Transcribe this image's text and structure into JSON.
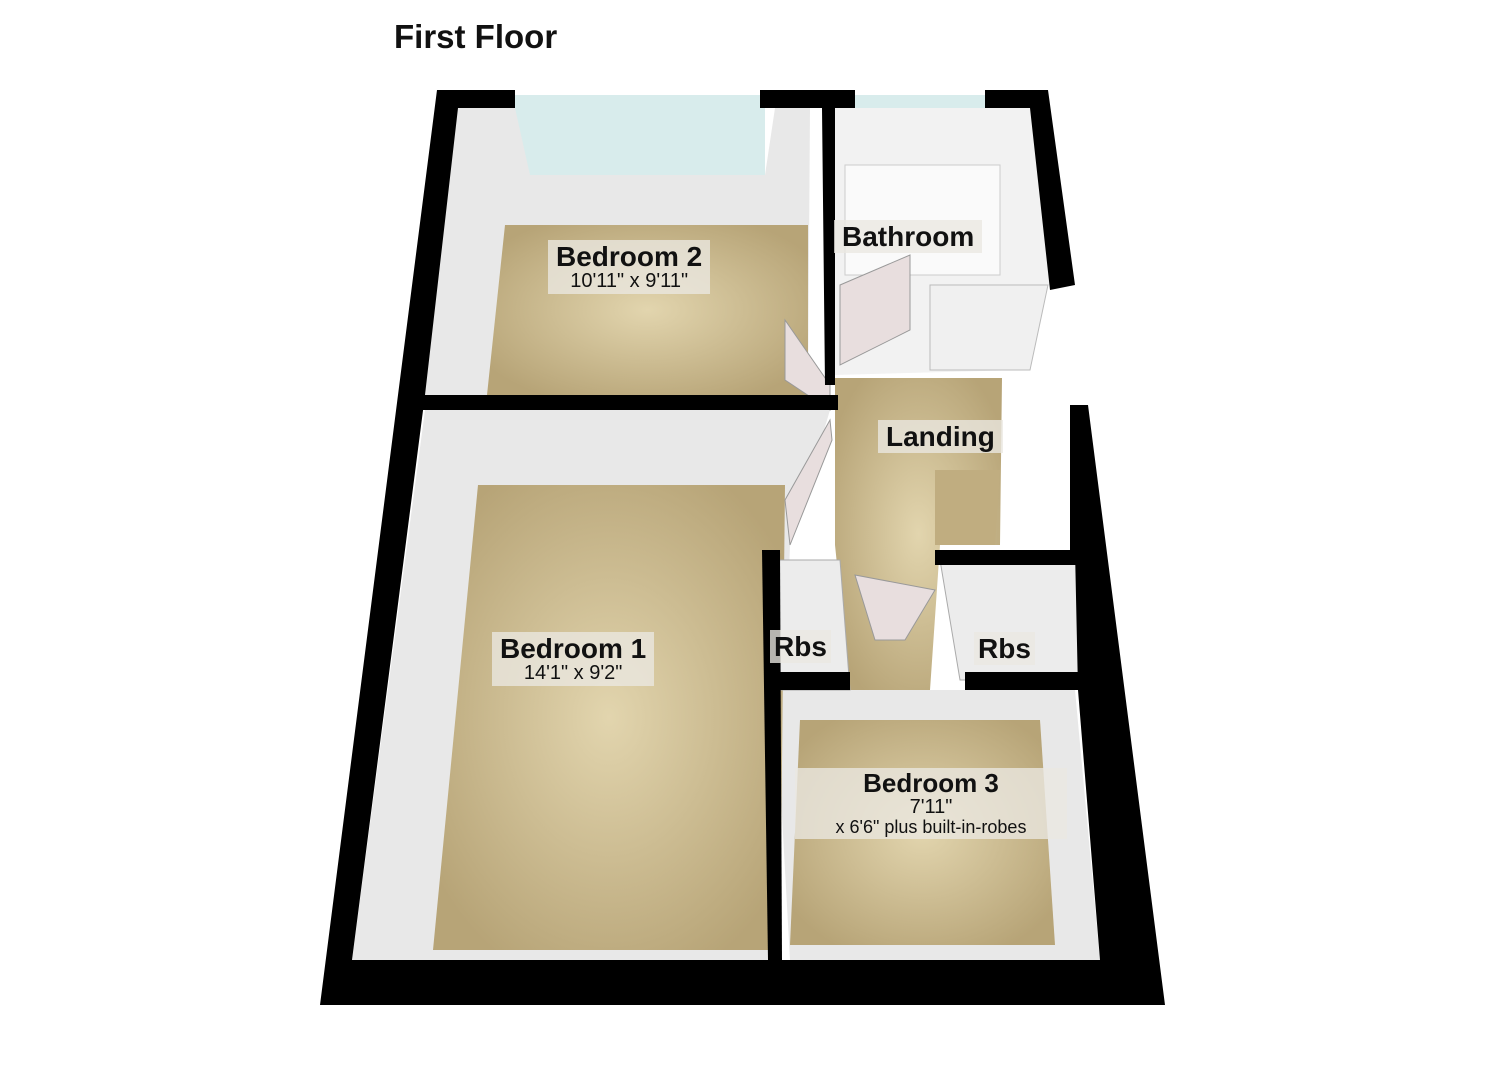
{
  "title": "First Floor",
  "rooms": [
    {
      "name": "Bedroom 2",
      "dims": "10'11\" x 9'11\""
    },
    {
      "name": "Bathroom"
    },
    {
      "name": "Landing"
    },
    {
      "name": "Bedroom 1",
      "dims": "14'1\" x 9'2\""
    },
    {
      "name": "Rbs"
    },
    {
      "name": "Rbs"
    },
    {
      "name": "Bedroom 3",
      "dims_line1": "7'11\"",
      "dims_line2": "x 6'6\" plus built-in-robes"
    }
  ],
  "colors": {
    "wall": "#000000",
    "floor": "#cfbd92",
    "inner_wall": "#e6e6e6",
    "window": "#d8ecec"
  }
}
